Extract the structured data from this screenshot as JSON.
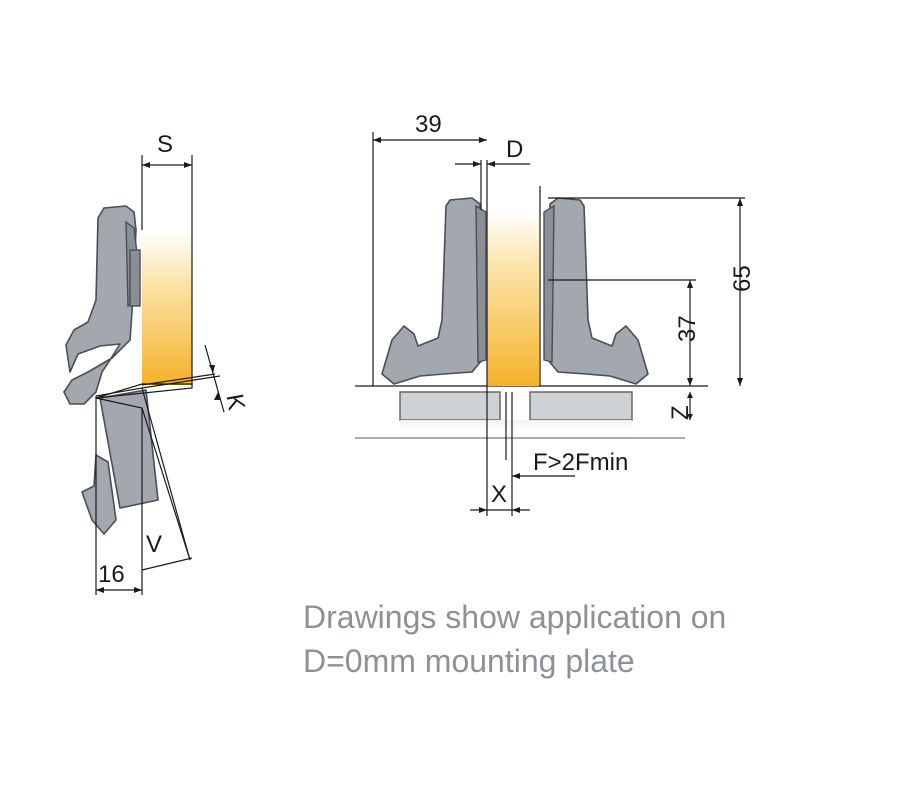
{
  "labels": {
    "s": "S",
    "k": "K",
    "v": "V",
    "sixteen": "16",
    "thirty_nine": "39",
    "d": "D",
    "sixty_five": "65",
    "thirty_seven": "37",
    "z": "Z",
    "f": "F>2Fmin",
    "x": "X"
  },
  "caption": {
    "line1": "Drawings show application on",
    "line2": "D=0mm mounting plate"
  },
  "colors": {
    "hinge_gray": "#a3a8ae",
    "door_yellow": "#f5b830",
    "caption_gray": "#8c9196"
  }
}
